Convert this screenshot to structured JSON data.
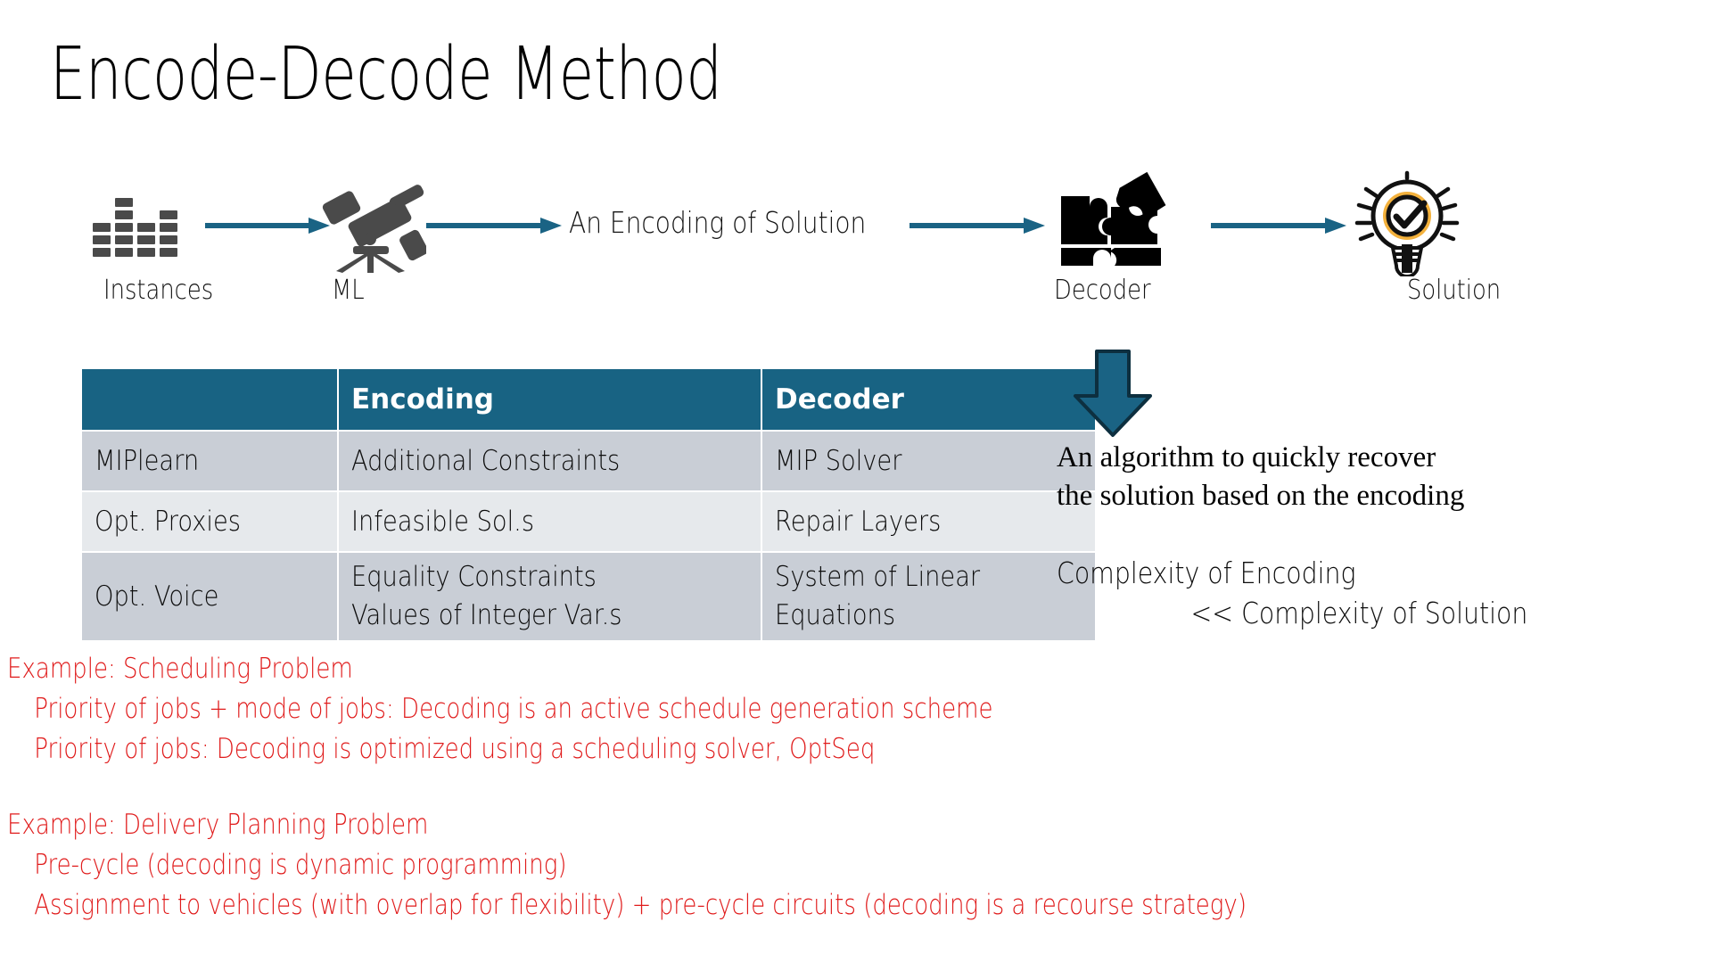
{
  "title": "Encode-Decode Method",
  "flow": {
    "nodes": [
      {
        "label": "Instances",
        "icon": "bar-chart-icon"
      },
      {
        "label": "ML",
        "icon": "telescope-icon"
      },
      {
        "label": "Decoder",
        "icon": "puzzle-icon"
      },
      {
        "label": "Solution",
        "icon": "lightbulb-check-icon"
      }
    ],
    "middle_label": "An Encoding of Solution",
    "arrow_color": "#1a6384",
    "icon_color": "#4a4a4a",
    "accent_orange": "#f3b13c"
  },
  "table": {
    "headers": [
      "",
      "Encoding",
      "Decoder"
    ],
    "rows": [
      {
        "name": "MIPlearn",
        "encoding": "Additional Constraints",
        "decoder": "MIP Solver"
      },
      {
        "name": "Opt. Proxies",
        "encoding": "Infeasible Sol.s",
        "decoder": "Repair Layers"
      },
      {
        "name": "Opt. Voice",
        "encoding": "Equality Constraints\nValues of Integer Var.s",
        "decoder": "System of Linear\nEquations"
      }
    ],
    "header_bg": "#186383",
    "row_bg_a": "#c9ced6",
    "row_bg_b": "#e6e9ec"
  },
  "notes": {
    "algorithm_note": "An algorithm to quickly recover\nthe solution based on the encoding",
    "complexity_line_1": "Complexity of Encoding",
    "complexity_line_2": "<<  Complexity of Solution"
  },
  "examples": [
    {
      "heading": "Example: Scheduling Problem",
      "lines": [
        "Priority of jobs + mode of jobs: Decoding is an active schedule generation scheme",
        "Priority of jobs: Decoding is optimized using a scheduling solver, OptSeq"
      ]
    },
    {
      "heading": "Example: Delivery Planning Problem",
      "lines": [
        "Pre-cycle (decoding is dynamic programming)",
        "Assignment to vehicles (with overlap for flexibility) + pre-cycle circuits (decoding is a recourse strategy)"
      ]
    }
  ],
  "colors": {
    "red": "#e01b1b",
    "teal": "#186383",
    "dark_gray": "#4a4a4a"
  }
}
